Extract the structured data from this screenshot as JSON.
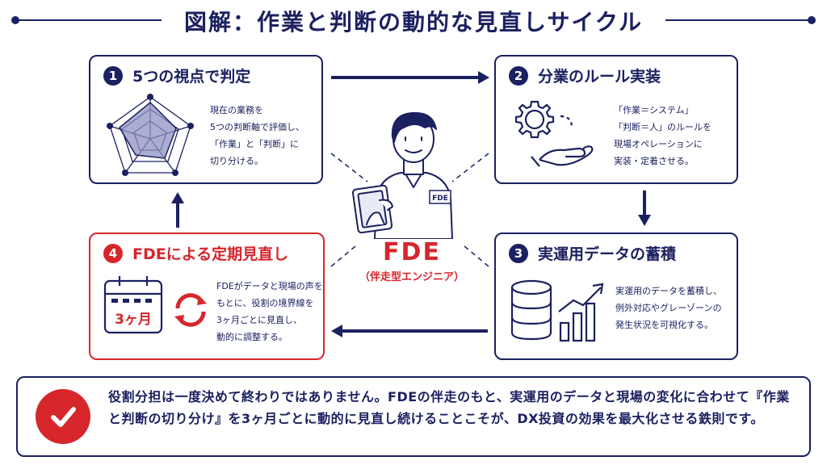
{
  "title": "図解：作業と判断の動的な見直しサイクル",
  "steps": [
    {
      "num": "1",
      "title": "5つの視点で判定",
      "desc": [
        "現在の業務を",
        "5つの判断軸で評価し、",
        "「作業」と「判断」に",
        "切り分ける。"
      ]
    },
    {
      "num": "2",
      "title": "分業のルール実装",
      "desc": [
        "「作業＝システム」",
        "「判断＝人」のルールを",
        "現場オペレーションに",
        "実装・定着させる。"
      ]
    },
    {
      "num": "3",
      "title": "実運用データの蓄積",
      "desc": [
        "実運用のデータを蓄積し、",
        "例外対応やグレーゾーンの",
        "発生状況を可視化する。"
      ]
    },
    {
      "num": "4",
      "title": "FDEによる定期見直し",
      "desc": [
        "FDEがデータと現場の声を",
        "もとに、役割の境界線を",
        "3ヶ月ごとに見直し、",
        "動的に調整する。"
      ],
      "calendar_label": "3ヶ月"
    }
  ],
  "center": {
    "badge": "FDE",
    "label": "FDE",
    "sublabel": "（伴走型エンジニア）"
  },
  "summary": "役割分担は一度決めて終わりではありません。FDEの伴走のもと、実運用のデータと現場の変化に合わせて『作業と判断の切り分け』を3ヶ月ごとに動的に見直し続けることこそが、DX投資の効果を最大化させる鉄則です。",
  "colors": {
    "navy": "#1b2160",
    "red": "#d6262c",
    "fill": "#8e93c4"
  }
}
